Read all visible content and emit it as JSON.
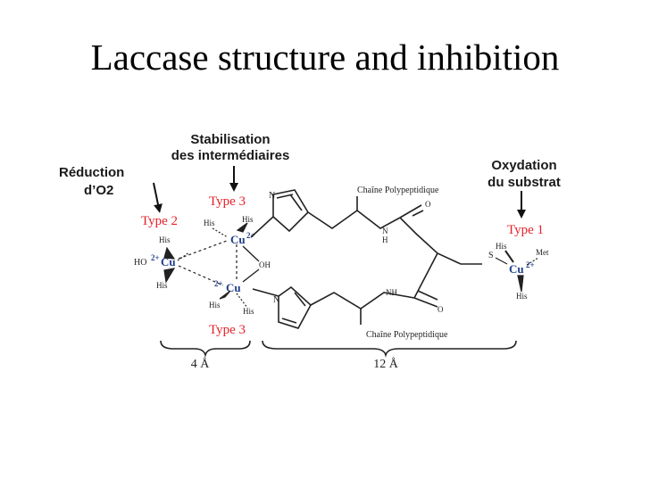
{
  "slide": {
    "title": "Laccase structure and inhibition"
  },
  "annotations": {
    "stabilisation_line1": "Stabilisation",
    "stabilisation_line2": "des intermédiaires",
    "reduction_line1": "Réduction",
    "reduction_line2": "d’O2",
    "oxydation_line1": "Oxydation",
    "oxydation_line2": "du substrat"
  },
  "sites": {
    "type2": "Type 2",
    "type3_top": "Type 3",
    "type3_bottom": "Type 3",
    "type1": "Type 1"
  },
  "copper": {
    "cu": "Cu",
    "charge": "2+"
  },
  "ligands": {
    "his": "His",
    "met": "Met",
    "oh": "OH",
    "ho": "HO",
    "s": "S",
    "n": "N",
    "h": "H",
    "nh": "NH",
    "o": "O"
  },
  "chain": {
    "top": "Chaîne Polypeptidique",
    "bottom": "Chaîne Polypeptidique"
  },
  "distances": {
    "left": "4 Å",
    "right": "12 Å"
  },
  "colors": {
    "site_label": "#e8202a",
    "copper": "#1e3f8a",
    "structure": "#222222"
  }
}
